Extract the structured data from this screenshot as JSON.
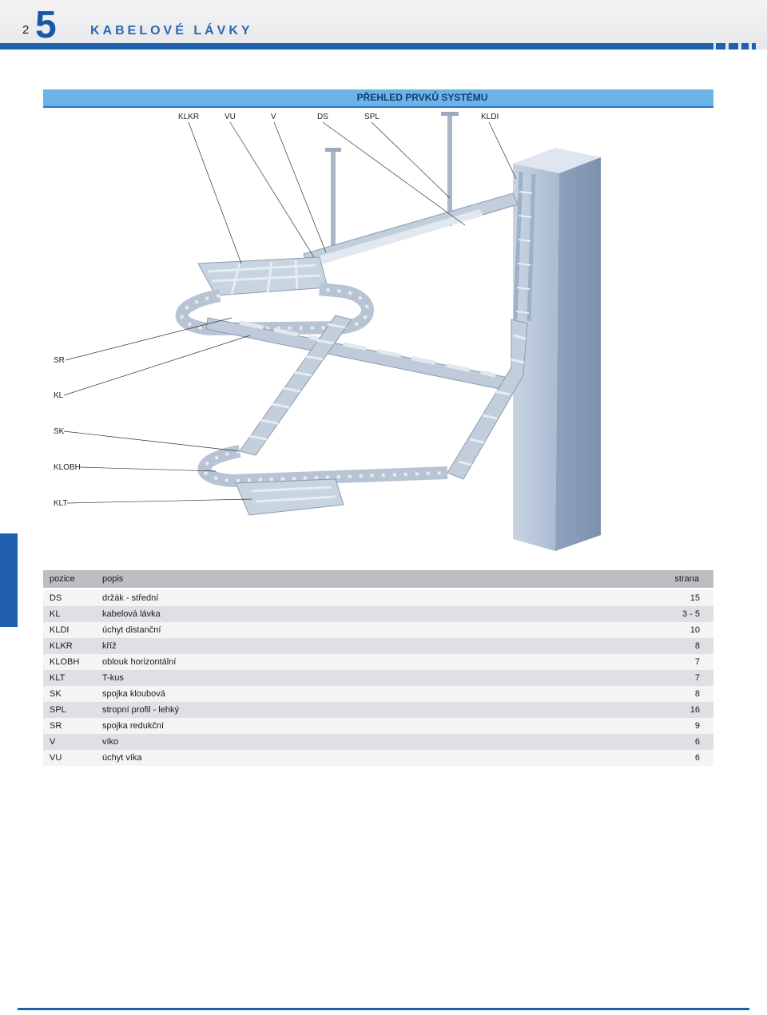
{
  "header": {
    "page_number": "2",
    "chapter_number": "5",
    "chapter_title": "KABELOVÉ LÁVKY"
  },
  "section_title": "PŘEHLED PRVKŮ SYSTÉMU",
  "top_labels": [
    "KLKR",
    "VU",
    "V",
    "DS",
    "SPL",
    "KLDI"
  ],
  "left_labels": [
    "SR",
    "KL",
    "SK",
    "KLOBH",
    "KLT"
  ],
  "colors": {
    "brand_blue": "#1f5fae",
    "title_bar": "#6db4e6",
    "tray_steel": "#b9c6d6",
    "column": "#a7b7cc"
  },
  "table": {
    "headers": {
      "position": "pozice",
      "description": "popis",
      "page": "strana"
    },
    "rows": [
      {
        "position": "DS",
        "description": "držák - střední",
        "page": "15"
      },
      {
        "position": "KL",
        "description": "kabelová lávka",
        "page": "3 - 5"
      },
      {
        "position": "KLDI",
        "description": "úchyt distanční",
        "page": "10"
      },
      {
        "position": "KLKR",
        "description": "kříž",
        "page": "8"
      },
      {
        "position": "KLOBH",
        "description": "oblouk horizontální",
        "page": "7"
      },
      {
        "position": "KLT",
        "description": "T-kus",
        "page": "7"
      },
      {
        "position": "SK",
        "description": "spojka kloubová",
        "page": "8"
      },
      {
        "position": "SPL",
        "description": "stropní profil - lehký",
        "page": "16"
      },
      {
        "position": "SR",
        "description": "spojka redukční",
        "page": "9"
      },
      {
        "position": "V",
        "description": "víko",
        "page": "6"
      },
      {
        "position": "VU",
        "description": "úchyt víka",
        "page": "6"
      }
    ]
  }
}
